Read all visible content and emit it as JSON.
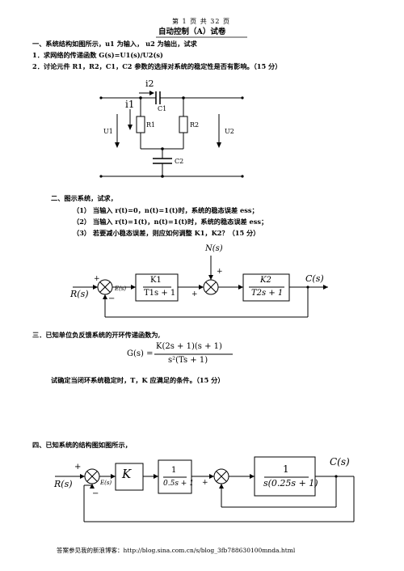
{
  "header": "第 1 页 共 32 页",
  "title": "自动控制（A）试卷",
  "q1": {
    "heading": "一、系统结构如图所示，u1 为输入， u2 为输出，试求",
    "item1": "1．求网络的传递函数 G(s)=U1(s)/U2(s)",
    "item2": "2．讨论元件 R1，R2，C1，C2 参数的选择对系统的稳定性是否有影响。（15 分）",
    "circuit": {
      "i2": "i2",
      "i1": "i1",
      "c1": "C1",
      "r1": "R1",
      "r2": "R2",
      "u1": "U1",
      "u2": "U2",
      "c2": "C2"
    }
  },
  "q2": {
    "heading": "二、图示系统，试求，",
    "item1": "（1） 当输入 r(t)=0，n(t)=1(t)时，系统的稳态误差 ess；",
    "item2": "（2） 当输入 r(t)=1(t)，n(t)=1(t)时，系统的稳态误差 ess；",
    "item3": "（3） 若要减小稳态误差，则应如何调整 K1，K2？（15 分）",
    "diagram": {
      "ns": "N(s)",
      "rs": "R(s)",
      "es": "E(s)",
      "cs": "C(s)",
      "k1": "K1",
      "den1": "T1s + 1",
      "k2": "K2",
      "den2": "T2s + 1",
      "plus1": "+",
      "minus1": "−",
      "plus2": "+",
      "plus3": "+"
    }
  },
  "q3": {
    "heading": "三．已知单位负反馈系统的开环传递函数为,",
    "lhs": "G(s) =",
    "numerator": "K(2s + 1)(s + 1)",
    "denominator": "s²(Ts + 1)",
    "text": "试确定当闭环系统稳定时，T，K 应满足的条件。（15 分）"
  },
  "q4": {
    "heading": "四、已知系统的结构图如图所示，",
    "diagram": {
      "rs": "R(s)",
      "es": "E(s)",
      "cs": "C(s)",
      "k": "K",
      "num1": "1",
      "den1": "0.5s + 1",
      "num2": "1",
      "den2": "s(0.25s + 1)",
      "plus1": "+",
      "minus1": "−",
      "plus2": "+"
    }
  },
  "footer": "答案参见我的新浪博客：http://blog.sina.com.cn/s/blog_3fb788630100mnda.html"
}
